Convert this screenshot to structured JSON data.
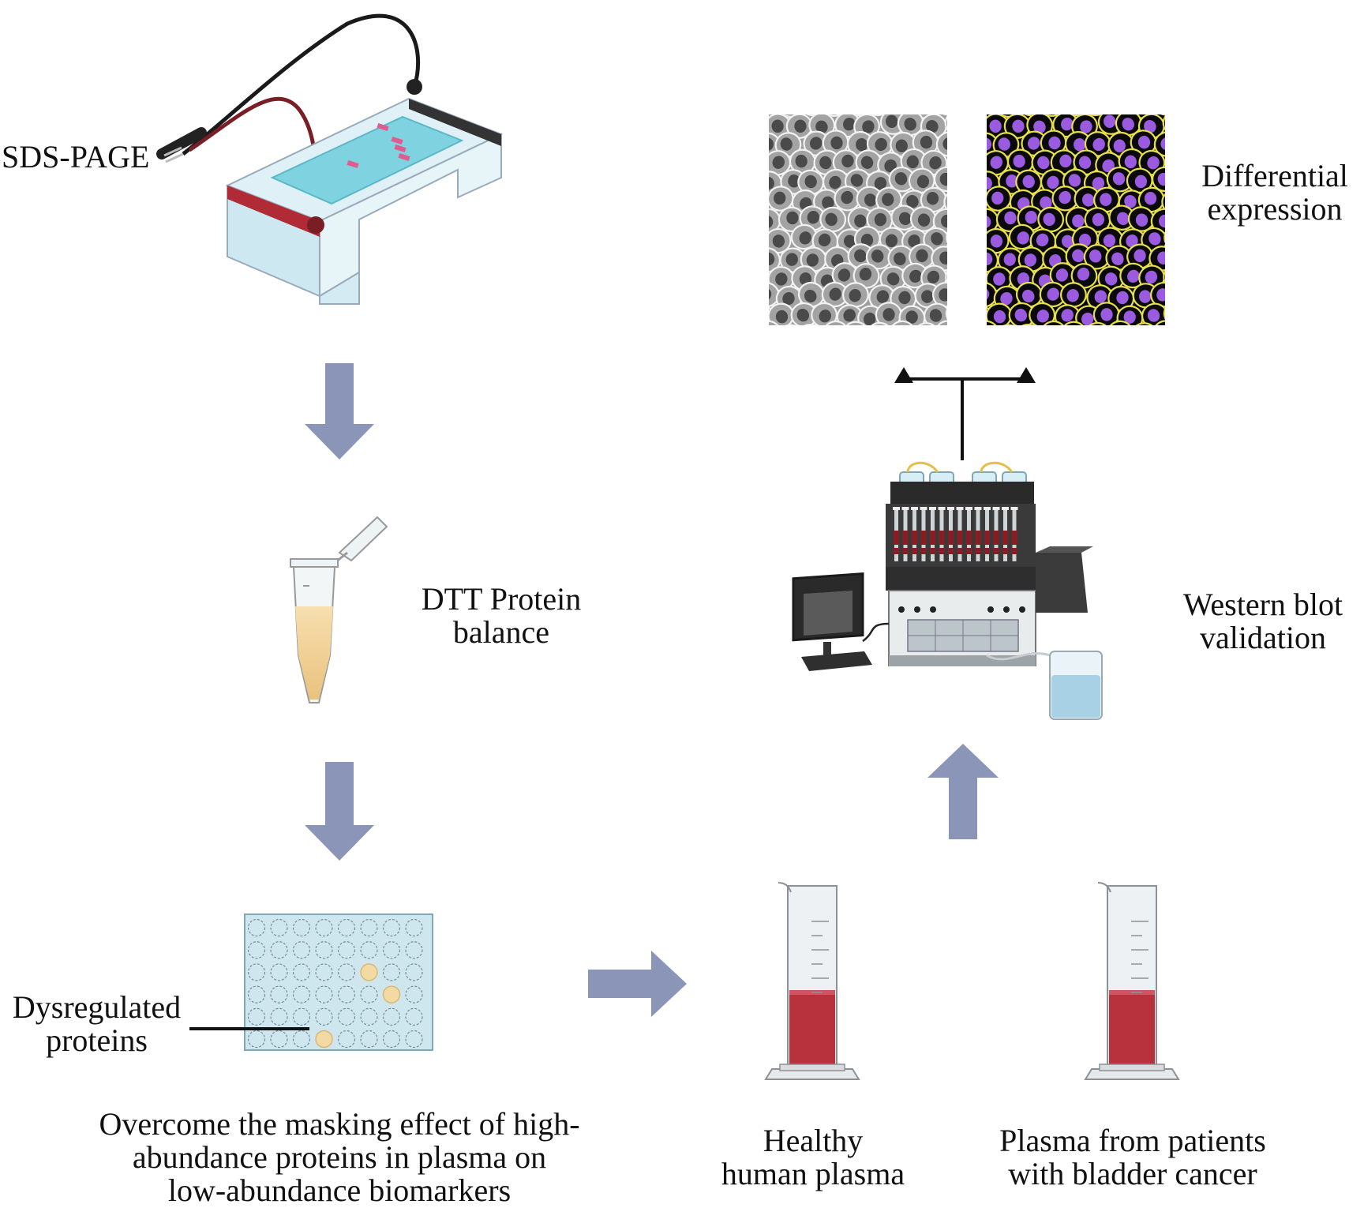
{
  "labels": {
    "sds_page": "SDS-PAGE",
    "dtt_line1": "DTT Protein",
    "dtt_line2": "balance",
    "dysregulated_line1": "Dysregulated",
    "dysregulated_line2": "proteins",
    "overcome_line1": "Overcome the masking effect of high-",
    "overcome_line2": "abundance proteins in plasma on",
    "overcome_line3": "low-abundance biomarkers",
    "healthy_line1": "Healthy",
    "healthy_line2": "human plasma",
    "patients_line1": "Plasma from patients",
    "patients_line2": "with bladder cancer",
    "western_line1": "Western blot",
    "western_line2": "validation",
    "differential_line1": "Differential",
    "differential_line2": "expression"
  },
  "icons": [
    "electrophoresis-tank-icon",
    "microcentrifuge-tube-icon",
    "well-plate-icon",
    "graduated-cylinder-icon",
    "western-blot-instrument-icon",
    "cell-image-icon"
  ],
  "colors": {
    "flow_arrow": "#8a95b8",
    "plasma": "#b8323e",
    "plate": "#cfe6ef",
    "highlight_well": "#f3d9a2",
    "nuclei_purple": "#9a5be0",
    "membrane_yellow": "#e8e04a",
    "tank_red": "#b02b35",
    "gel_blue": "#7fd3e0"
  }
}
